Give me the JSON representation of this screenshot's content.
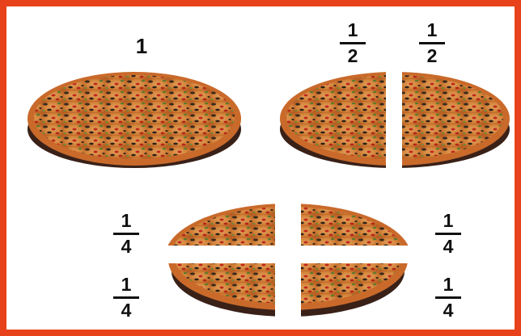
{
  "whole": {
    "label": "1"
  },
  "halves": [
    {
      "numerator": "1",
      "denominator": "2"
    },
    {
      "numerator": "1",
      "denominator": "2"
    }
  ],
  "quarters": [
    {
      "numerator": "1",
      "denominator": "4"
    },
    {
      "numerator": "1",
      "denominator": "4"
    },
    {
      "numerator": "1",
      "denominator": "4"
    },
    {
      "numerator": "1",
      "denominator": "4"
    }
  ],
  "colors": {
    "frame": "#e8421c",
    "crust": "#c96a2b",
    "cheese": "#d9893c",
    "base_shadow": "#3a2118",
    "topping_red": "#c0281c",
    "topping_dark": "#3b2a1c",
    "topping_green": "#5c7a2a"
  }
}
